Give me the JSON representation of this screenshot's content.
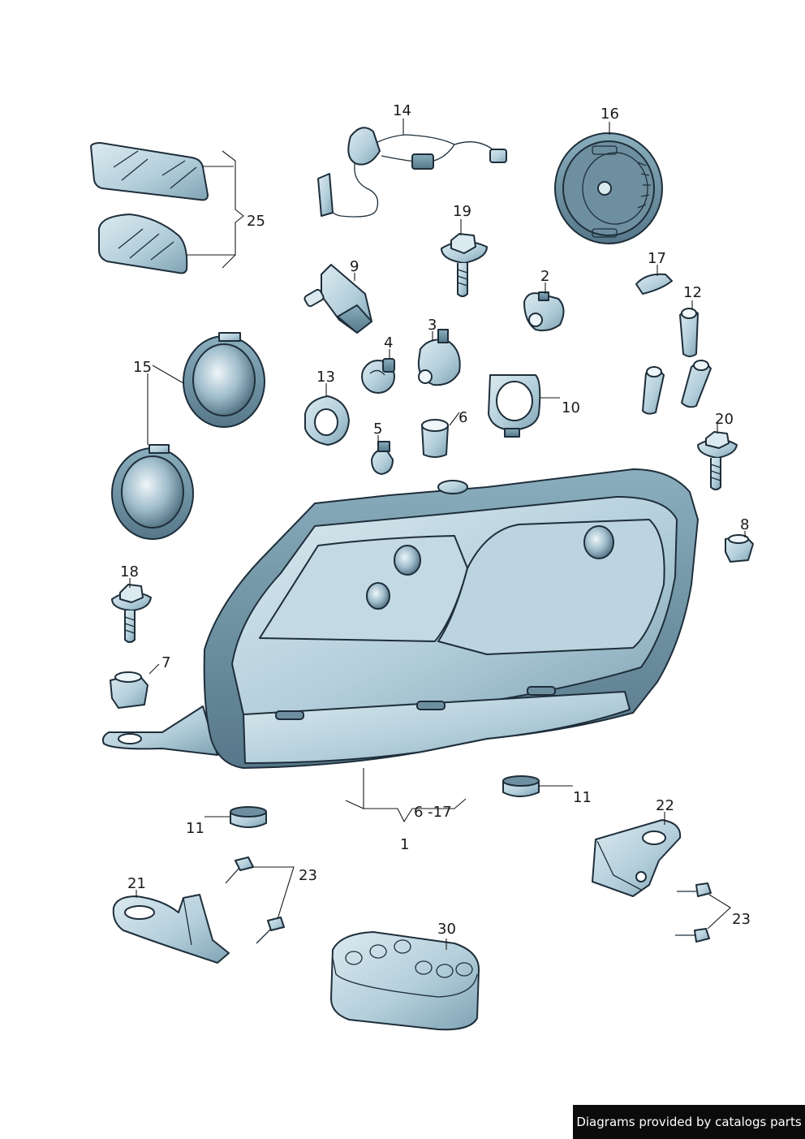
{
  "labels": {
    "l1": "1",
    "l2": "2",
    "l3": "3",
    "l4": "4",
    "l5": "5",
    "l6": "6",
    "l7": "7",
    "l8": "8",
    "l9": "9",
    "l10": "10",
    "l11a": "11",
    "l11b": "11",
    "l12": "12",
    "l13": "13",
    "l14": "14",
    "l15": "15",
    "l16": "16",
    "l17": "17",
    "l18": "18",
    "l19": "19",
    "l20": "20",
    "l21": "21",
    "l22": "22",
    "l23a": "23",
    "l23b": "23",
    "l25": "25",
    "l30": "30",
    "range": "6 -17"
  },
  "footer": {
    "credit": "Diagrams provided by catalogs parts"
  },
  "colors": {
    "part_fill": "#c7dde6",
    "part_shadow": "#8fb1c0",
    "outline": "#1e2e3a",
    "badge_bg": "#0b0b0b"
  }
}
